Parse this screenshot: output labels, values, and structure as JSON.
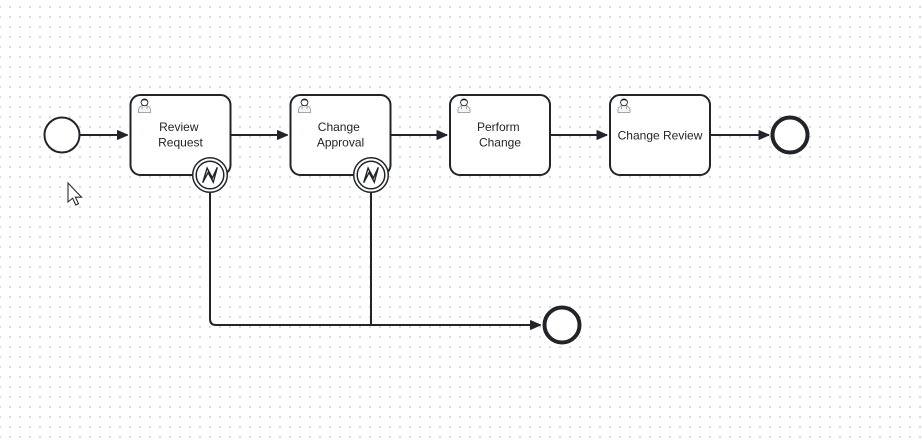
{
  "canvas": {
    "kind": "bpmn-diagram-canvas",
    "background_color": "#ffffff",
    "grid_dot_color": "#d0d0d0",
    "shape_stroke_color": "#22242a",
    "shape_fill_color": "#ffffff",
    "text_color": "#22242a"
  },
  "icons": {
    "user_task": "user-icon",
    "boundary_event": "error-lightning-icon",
    "pointer": "arrow-cursor-icon"
  },
  "diagram": {
    "start_event": {
      "name": "start-event"
    },
    "tasks": [
      {
        "name": "Review Request",
        "lines": [
          "Review",
          "Request"
        ],
        "type": "user task",
        "boundary_error_event": true
      },
      {
        "name": "Change Approval",
        "lines": [
          "Change",
          "Approval"
        ],
        "type": "user task",
        "boundary_error_event": true
      },
      {
        "name": "Perform Change",
        "lines": [
          "Perform",
          "Change"
        ],
        "type": "user task",
        "boundary_error_event": false
      },
      {
        "name": "Change Review",
        "lines": [
          "Change Review"
        ],
        "type": "user task",
        "boundary_error_event": false
      }
    ],
    "end_events": [
      {
        "name": "end-event-main"
      },
      {
        "name": "end-event-error"
      }
    ],
    "sequence_flow_count": 7
  }
}
